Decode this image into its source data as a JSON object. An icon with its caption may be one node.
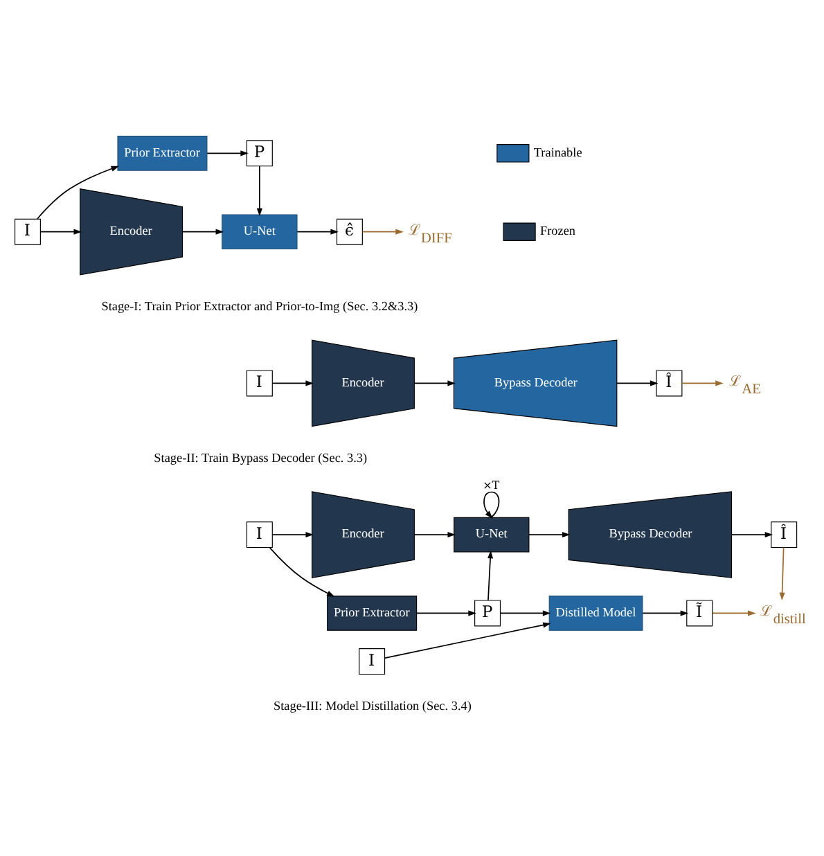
{
  "diagram": {
    "nodes": [
      {
        "text": [
          "I"
        ]
      },
      {
        "text": [
          "Prior Extractor"
        ]
      },
      {
        "text": [
          "P"
        ]
      },
      {
        "text": [
          "Encoder"
        ]
      },
      {
        "text": [
          "U-Net"
        ]
      },
      {
        "text": [
          "ϵ̂"
        ]
      },
      {
        "text": [
          "ℒ$_{DIFF}$"
        ]
      },
      {
        "text": [
          "I"
        ]
      },
      {
        "text": [
          "Encoder"
        ]
      },
      {
        "text": [
          "Bypass Decoder"
        ]
      },
      {
        "text": [
          "Î"
        ]
      },
      {
        "text": [
          "ℒ$_{AE}$"
        ]
      },
      {
        "text": [
          "I"
        ]
      },
      {
        "text": [
          "Encoder"
        ]
      },
      {
        "text": [
          "U-Net"
        ]
      },
      {
        "text": [
          "Bypass Decoder"
        ]
      },
      {
        "text": [
          "Î"
        ]
      },
      {
        "text": [
          "Prior Extractor"
        ]
      },
      {
        "text": [
          "P"
        ]
      },
      {
        "text": [
          "Distilled Model"
        ]
      },
      {
        "text": [
          "I"
        ]
      },
      {
        "text": [
          "Ĩ"
        ]
      },
      {
        "text": [
          "ℒ$_{distill}$"
        ]
      }
    ],
    "edges": [
      {
        "from": 0,
        "to": 1,
        "arrow": "to"
      },
      {
        "from": 0,
        "to": 3,
        "arrow": "to"
      },
      {
        "from": 1,
        "to": 2,
        "arrow": "to"
      },
      {
        "from": 2,
        "to": 4,
        "arrow": "to"
      },
      {
        "from": 3,
        "to": 4,
        "arrow": "to"
      },
      {
        "from": 4,
        "to": 5,
        "arrow": "to"
      },
      {
        "from": 5,
        "to": 6,
        "arrow": "to",
        "color": "#9c6b2e"
      },
      {
        "from": 7,
        "to": 8,
        "arrow": "to"
      },
      {
        "from": 8,
        "to": 9,
        "arrow": "to"
      },
      {
        "from": 9,
        "to": 10,
        "arrow": "to"
      },
      {
        "from": 10,
        "to": 11,
        "arrow": "to",
        "color": "#9c6b2e"
      },
      {
        "from": 12,
        "to": 13,
        "arrow": "to"
      },
      {
        "from": 12,
        "to": 17,
        "arrow": "to"
      },
      {
        "from": 13,
        "to": 14,
        "arrow": "to"
      },
      {
        "from": 14,
        "to": 14,
        "arrow": "to",
        "label": "×T"
      },
      {
        "from": 14,
        "to": 15,
        "arrow": "to"
      },
      {
        "from": 15,
        "to": 16,
        "arrow": "to"
      },
      {
        "from": 17,
        "to": 18,
        "arrow": "to"
      },
      {
        "from": 18,
        "to": 14,
        "arrow": "to"
      },
      {
        "from": 18,
        "to": 19,
        "arrow": "to"
      },
      {
        "from": 20,
        "to": 19,
        "arrow": "to"
      },
      {
        "from": 19,
        "to": 21,
        "arrow": "to"
      },
      {
        "from": 16,
        "to": 22,
        "arrow": "to",
        "color": "#9c6b2e"
      },
      {
        "from": 21,
        "to": 22,
        "arrow": "to",
        "color": "#9c6b2e"
      }
    ],
    "labels": [
      "Stage-I: Train Prior Extractor and Prior-to-Img (Sec. 3.2&3.3)",
      "Stage-II: Train Bypass Decoder (Sec. 3.3)",
      "Stage-III: Model Distillation (Sec. 3.4)"
    ],
    "legend": [
      {
        "text": "Trainable",
        "color": "#2467a0"
      },
      {
        "text": "Frozen",
        "color": "#22364d"
      }
    ]
  }
}
